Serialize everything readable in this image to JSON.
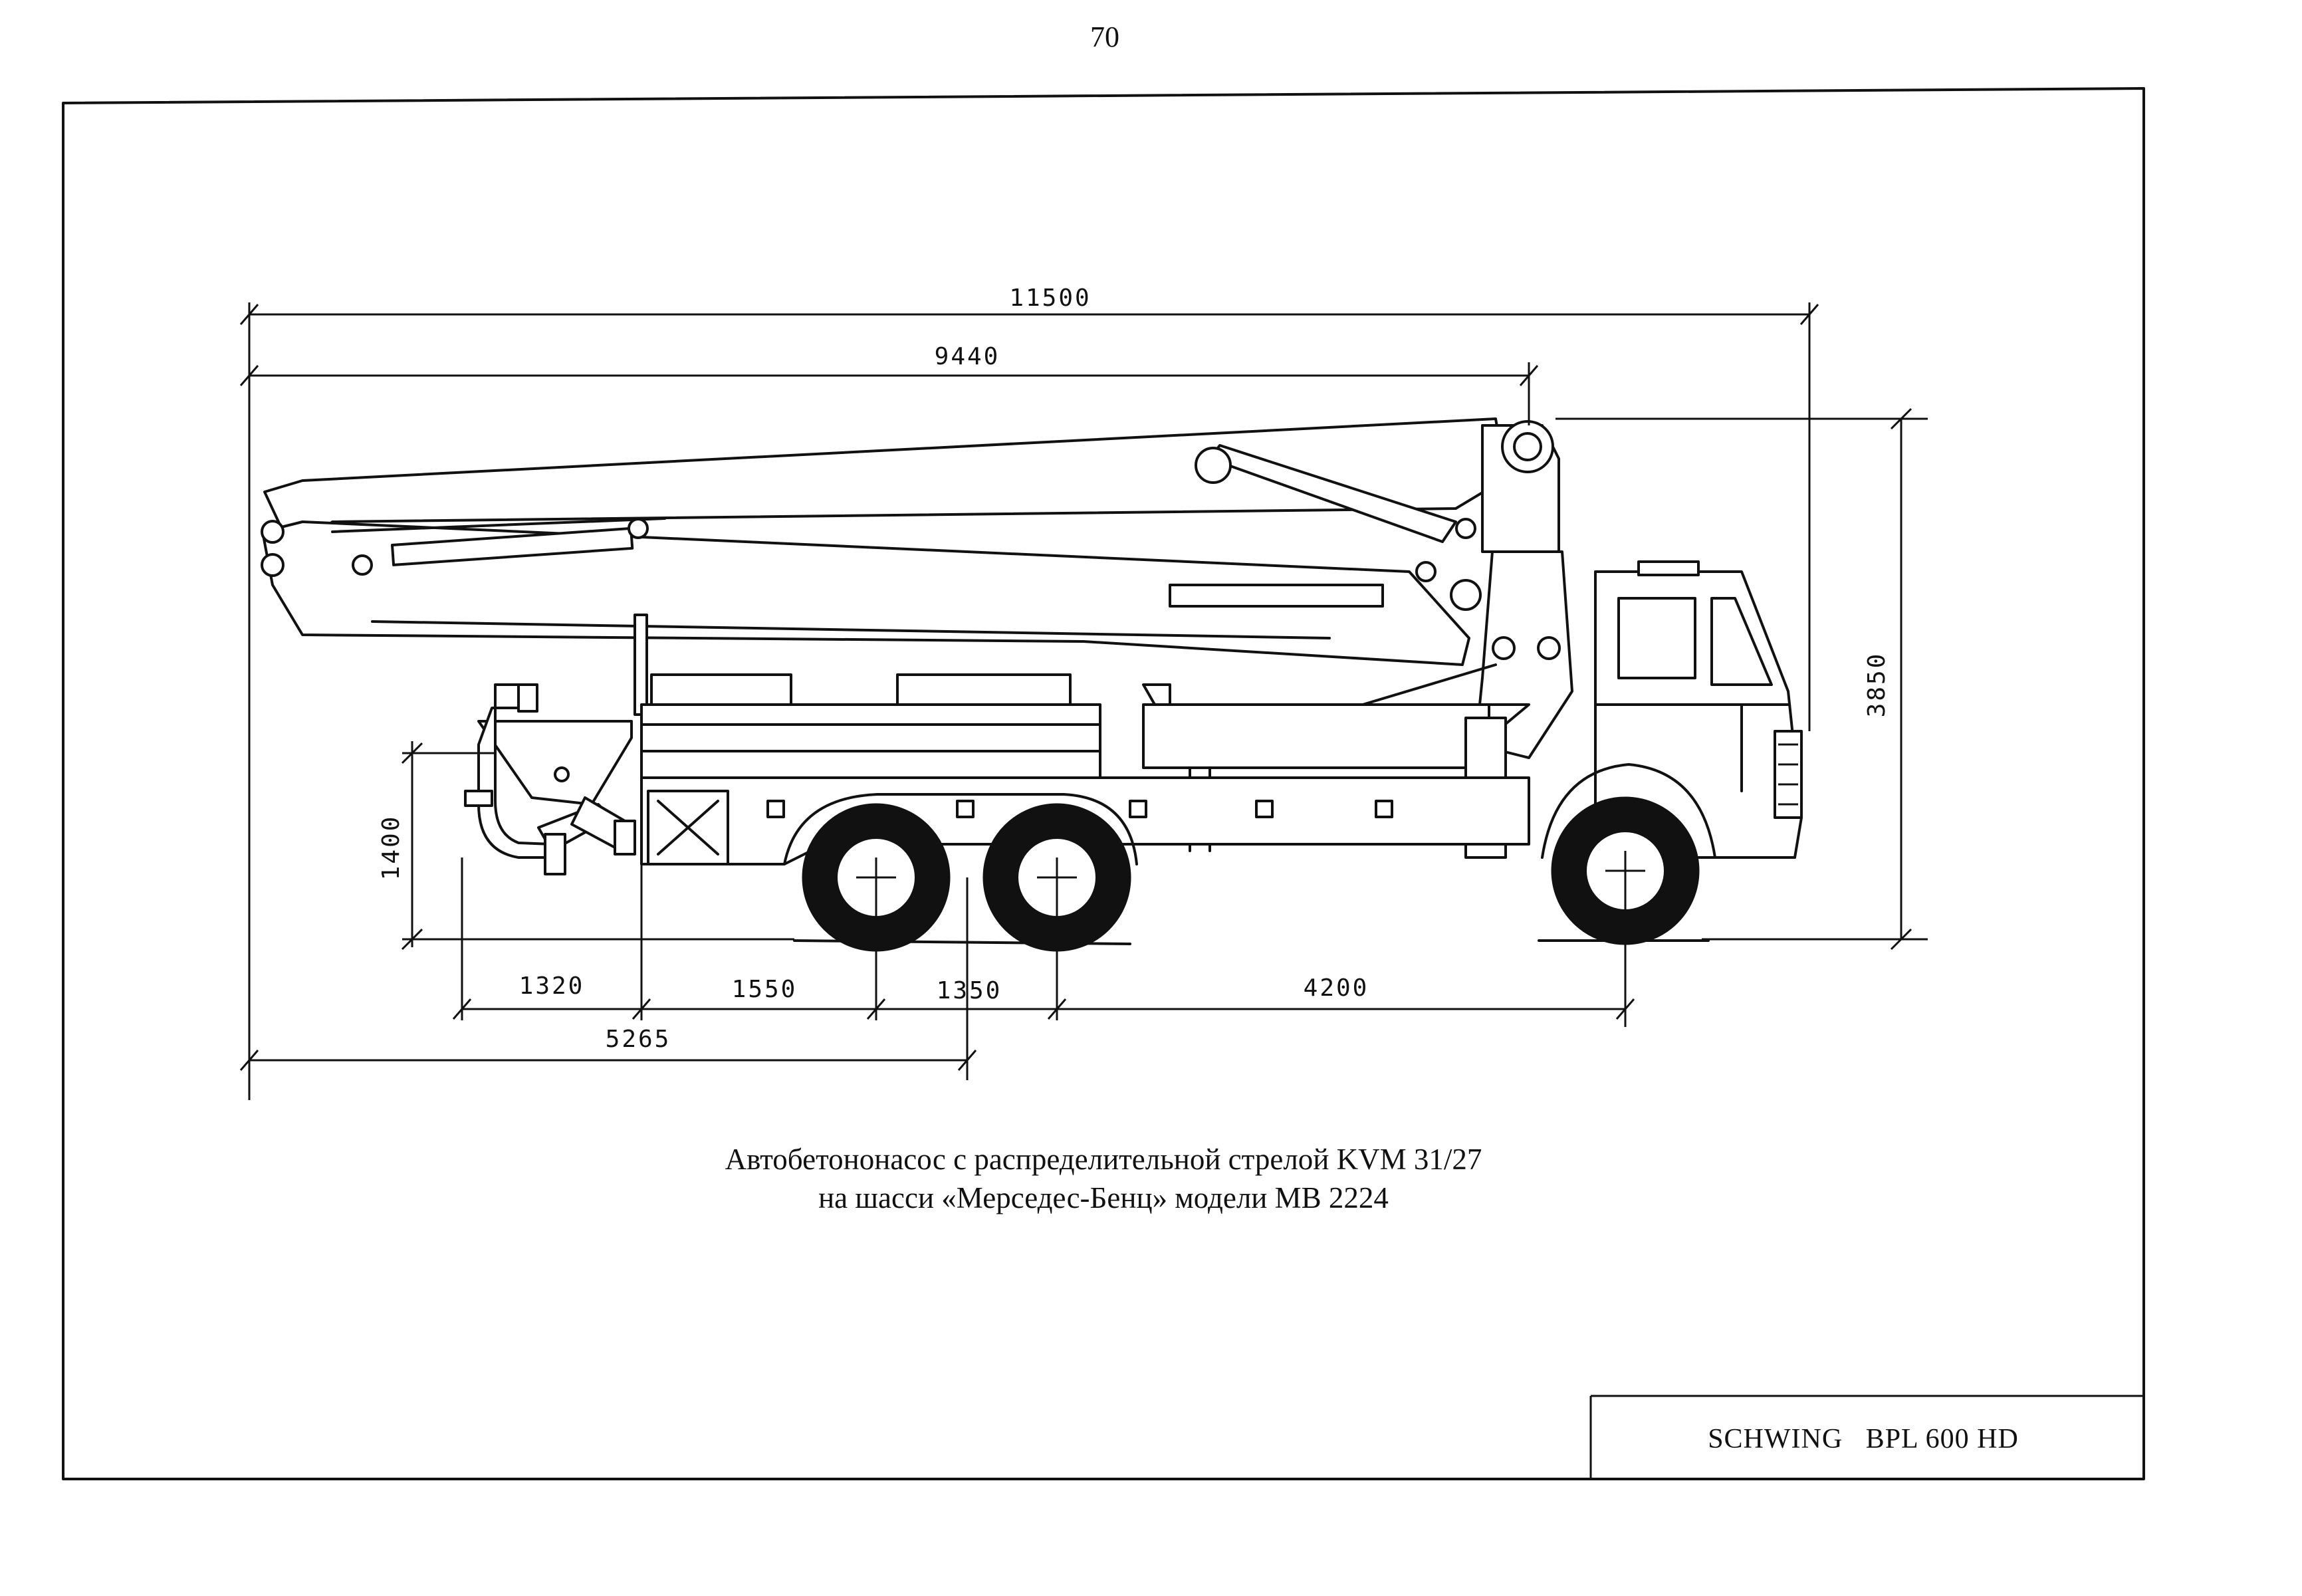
{
  "page": {
    "number": "70"
  },
  "dimensions": {
    "overall_length": "11500",
    "boom_length": "9440",
    "height": "3850",
    "hopper_height": "1400",
    "rear_overhang": "1320",
    "to_first_axle": "1550",
    "axle_spacing": "1350",
    "wheelbase": "4200",
    "to_bogie_center": "5265"
  },
  "caption": {
    "line1": "Автобетононасос с распределительной стрелой KVM 31/27",
    "line2": "на шасси «Мерседес-Бенц» модели MB 2224"
  },
  "title_block": {
    "model": "SCHWING   BPL 600 HD"
  }
}
